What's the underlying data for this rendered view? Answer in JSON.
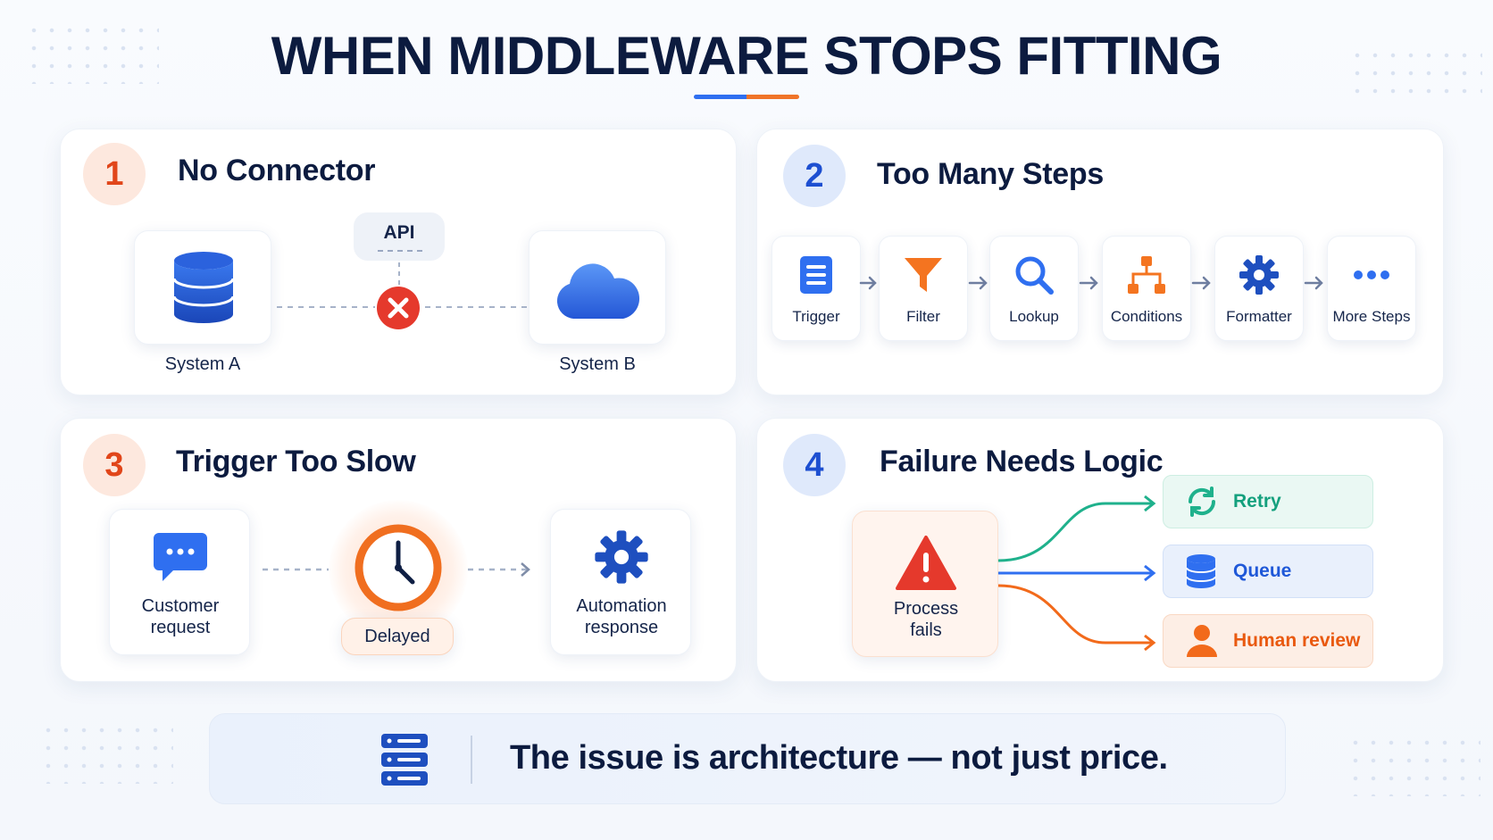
{
  "title": "WHEN MIDDLEWARE STOPS FITTING",
  "cards": {
    "no_connector": {
      "number": "1",
      "title": "No Connector",
      "system_a": "System A",
      "system_b": "System B",
      "api_label": "API"
    },
    "too_many_steps": {
      "number": "2",
      "title": "Too Many Steps",
      "steps": [
        "Trigger",
        "Filter",
        "Lookup",
        "Conditions",
        "Formatter",
        "More Steps"
      ]
    },
    "trigger_slow": {
      "number": "3",
      "title": "Trigger Too Slow",
      "customer_line1": "Customer",
      "customer_line2": "request",
      "delayed": "Delayed",
      "automation_line1": "Automation",
      "automation_line2": "response"
    },
    "failure_logic": {
      "number": "4",
      "title": "Failure Needs Logic",
      "process_line1": "Process",
      "process_line2": "fails",
      "retry": "Retry",
      "queue": "Queue",
      "human_review": "Human review"
    }
  },
  "banner": {
    "text": "The issue is architecture — not just price."
  },
  "colors": {
    "navy": "#0c1b3f",
    "accent_blue": "#2f6ff0",
    "accent_orange": "#f07428",
    "error_red": "#e5392c",
    "retry_green": "#1fb18c",
    "queue_blue": "#2f6ff0",
    "review_orange": "#f26a1b"
  },
  "icons": [
    "database-icon",
    "cloud-icon",
    "error-x-icon",
    "document-icon",
    "funnel-icon",
    "search-icon",
    "hierarchy-icon",
    "gear-icon",
    "more-dots-icon",
    "chat-icon",
    "clock-icon",
    "warning-icon",
    "retry-icon",
    "person-icon",
    "server-icon"
  ]
}
